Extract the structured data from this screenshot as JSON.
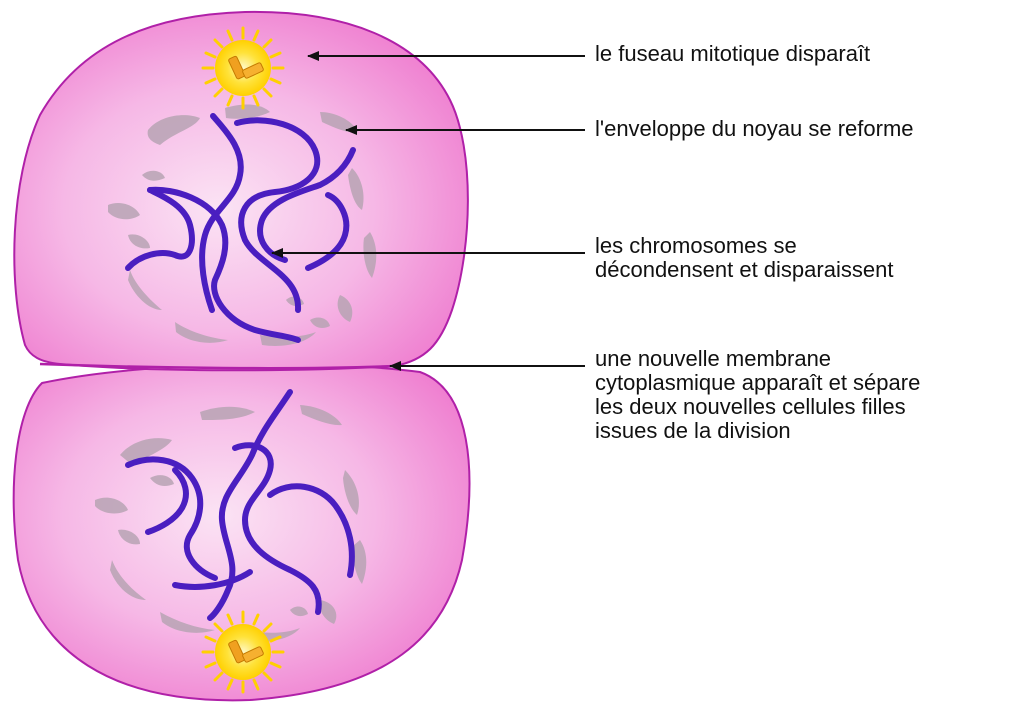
{
  "labels": {
    "spindle": [
      "le fuseau mitotique disparaît"
    ],
    "envelope": [
      "l'enveloppe du noyau se reforme"
    ],
    "chromosomes": [
      "les chromosomes se",
      "décondensent et disparaissent"
    ],
    "membrane": [
      "une nouvelle membrane",
      "cytoplasmique apparaît et sépare",
      "les deux nouvelles cellules filles",
      "issues de la division"
    ]
  },
  "colors": {
    "cytoplasm_center": "#fbe3f4",
    "cytoplasm_edge": "#ef7fd0",
    "cell_outline": "#b020a8",
    "chromosome": "#4a1ec0",
    "nuclear_envelope": "#b8a4b4",
    "centrosome_glow": "#ffd400",
    "centriole": "#f0a020",
    "arrow": "#111111"
  },
  "icons": {
    "centrosome": "sun-burst-icon",
    "arrow": "arrowhead-icon"
  }
}
